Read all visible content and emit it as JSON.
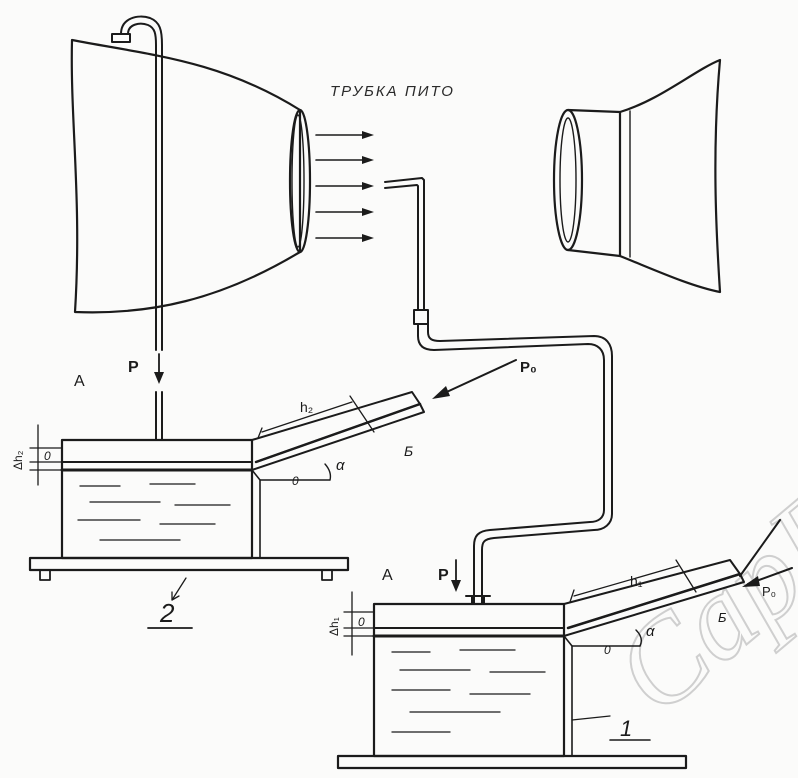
{
  "title": "ТРУБКА ПИТО",
  "watermark": "CapГУ",
  "labels": {
    "p_top": "P",
    "p_bottom": "P",
    "p0_top": "P₀",
    "p0_bottom": "P₀",
    "a_left": "A",
    "a_right": "A",
    "b_left": "Б",
    "b_right": "Б",
    "h_left": "h₂",
    "h_right": "h₁",
    "dh_left": "Δh₂",
    "dh_right": "Δh₁",
    "zero_left_top": "0",
    "zero_left_tube": "0",
    "zero_right_top": "0",
    "zero_right_tube": "0",
    "alpha_left": "α",
    "alpha_right": "α",
    "fig_2": "2",
    "fig_1": "1"
  }
}
